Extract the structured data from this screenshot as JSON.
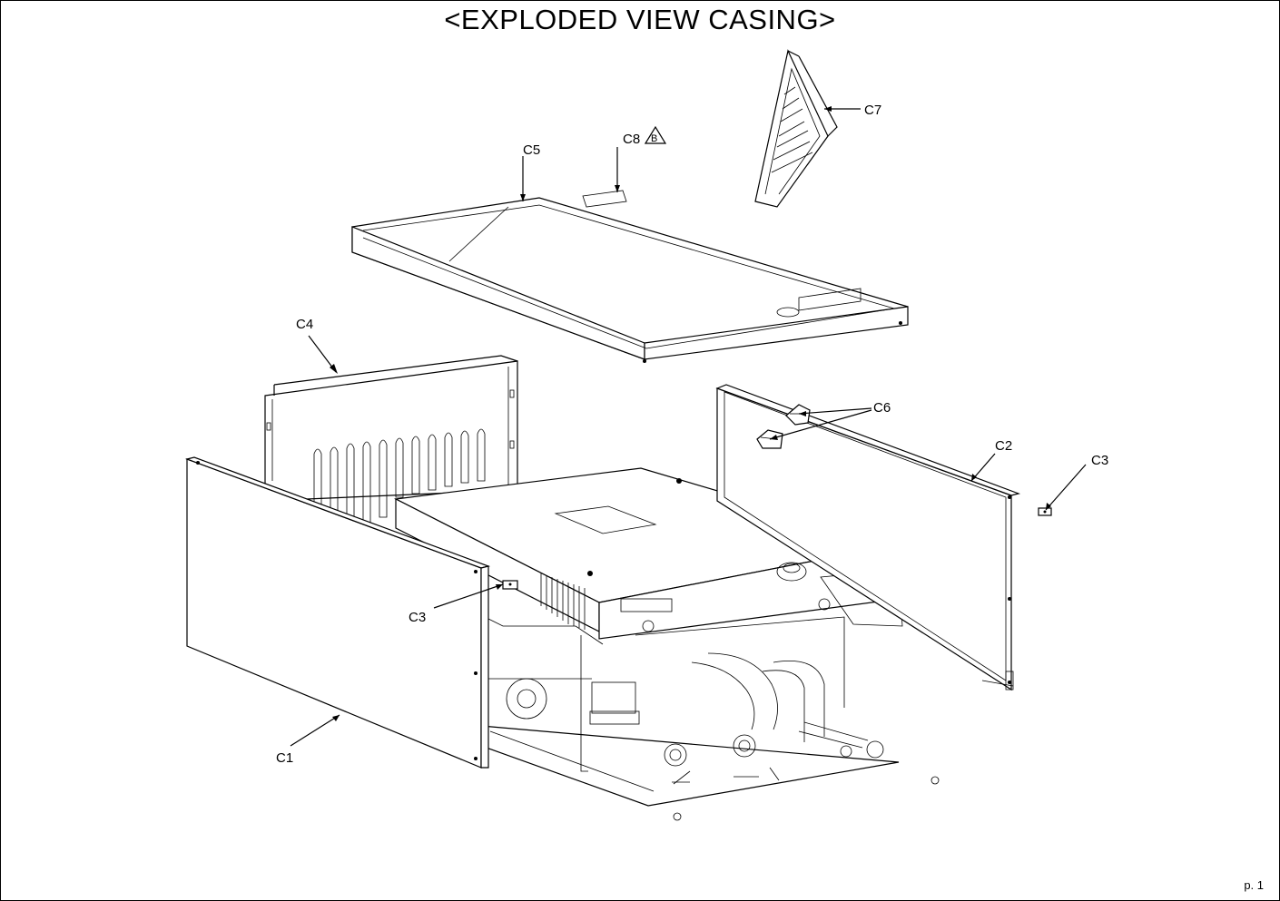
{
  "title": "<EXPLODED VIEW CASING>",
  "page_number": "p. 1",
  "callouts": {
    "c1": "C1",
    "c2": "C2",
    "c3_left": "C3",
    "c3_right": "C3",
    "c4": "C4",
    "c5": "C5",
    "c6": "C6",
    "c7": "C7",
    "c8": "C8",
    "c8_revision_mark": "B"
  }
}
